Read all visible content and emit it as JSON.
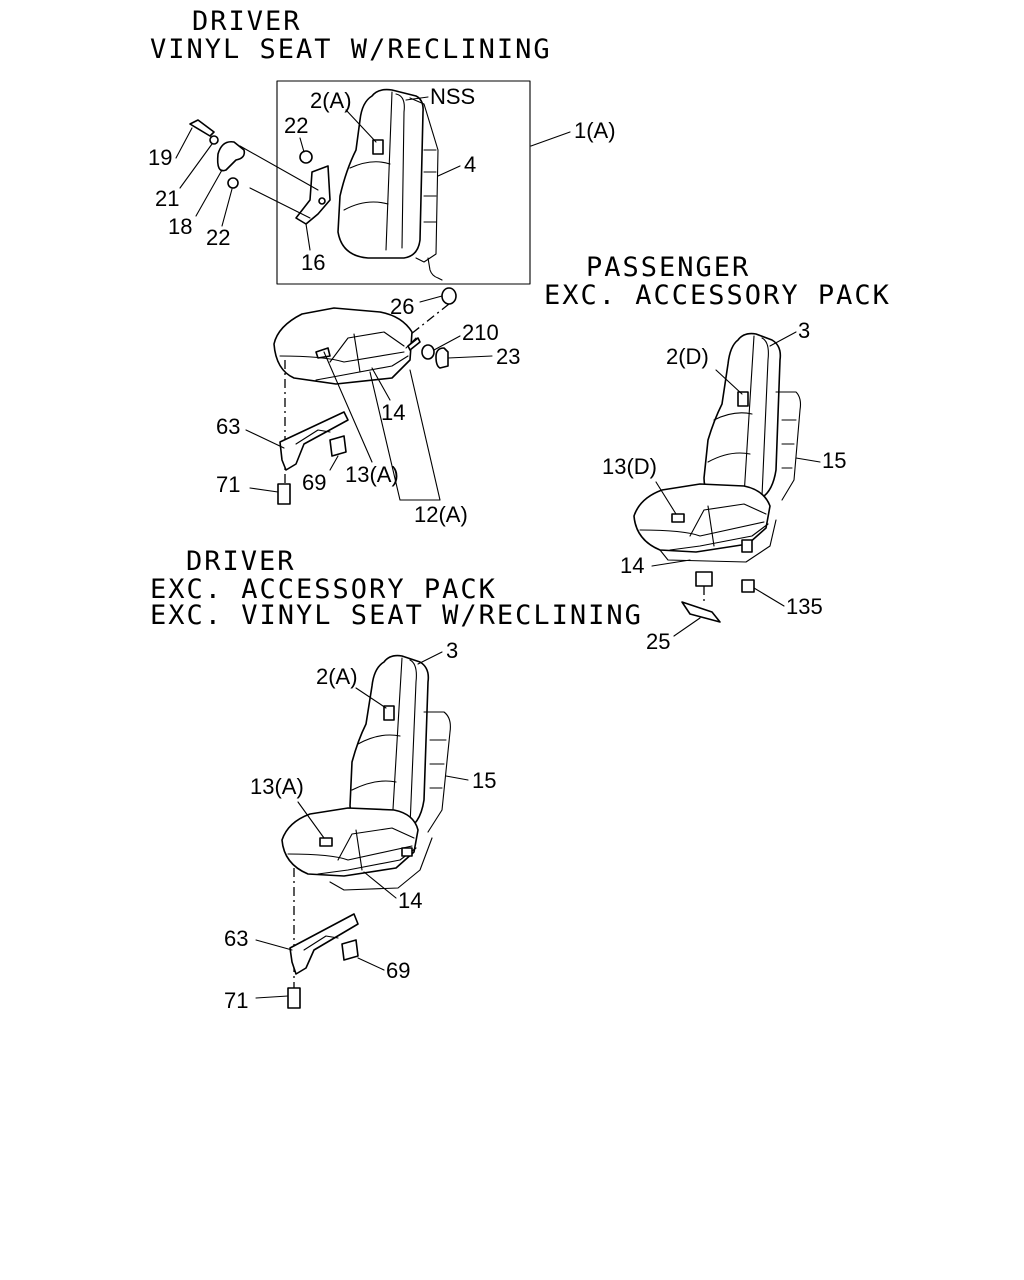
{
  "sections": {
    "vinyl_driver": {
      "title_line1": "DRIVER",
      "title_line2": "VINYL SEAT W/RECLINING"
    },
    "passenger": {
      "title_line1": "PASSENGER",
      "title_line2": "EXC. ACCESSORY PACK"
    },
    "std_driver": {
      "title_line1": "DRIVER",
      "title_line2": "EXC. ACCESSORY PACK",
      "title_line3": "EXC. VINYL SEAT W/RECLINING"
    }
  },
  "callouts": {
    "vinyl_driver": {
      "p2a": "2(A)",
      "nss": "NSS",
      "p1a": "1(A)",
      "p22_top": "22",
      "p4": "4",
      "p19": "19",
      "p21": "21",
      "p18": "18",
      "p22_low": "22",
      "p16": "16",
      "p26": "26",
      "p210": "210",
      "p23": "23",
      "p63": "63",
      "p14": "14",
      "p13a": "13(A)",
      "p69": "69",
      "p71": "71",
      "p12a": "12(A)"
    },
    "passenger": {
      "p3": "3",
      "p2d": "2(D)",
      "p13d": "13(D)",
      "p15": "15",
      "p14": "14",
      "p135": "135",
      "p25": "25"
    },
    "std_driver": {
      "p3": "3",
      "p2a": "2(A)",
      "p13a": "13(A)",
      "p15": "15",
      "p14": "14",
      "p63": "63",
      "p69": "69",
      "p71": "71"
    }
  }
}
